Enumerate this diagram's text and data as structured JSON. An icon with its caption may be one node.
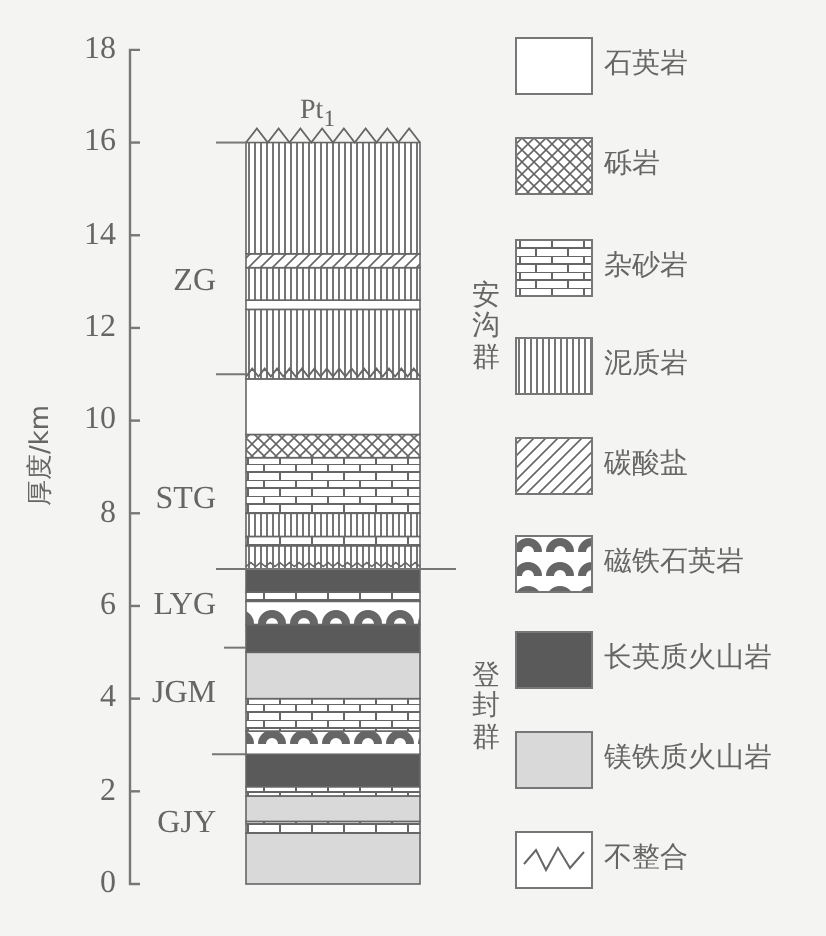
{
  "diagram": {
    "labels": [
      "18",
      "Pt$_{1}$",
      "16",
      "14",
      "ZG",
      "12",
      "安沟群",
      "10",
      "厚度/km",
      "STG",
      "8",
      "LYG",
      "6",
      "JGM",
      "4",
      "登封群",
      "2",
      "GJY",
      "0"
    ],
    "legend": [
      {
        "text": "石英岩",
        "color": "#ffffff"
      },
      {
        "text": "砾岩"
      },
      {
        "text": "杂砂岩"
      },
      {
        "text": "泥质岩"
      },
      {
        "text": "碳酸盐"
      },
      {
        "text": "磁铁石英岩"
      },
      {
        "text": "长英质火山岩",
        "color": "#5a5a5a"
      },
      {
        "text": "镁铁质火山岩",
        "color": "#d9d9d9"
      },
      {
        "text": "不整合"
      }
    ]
  }
}
